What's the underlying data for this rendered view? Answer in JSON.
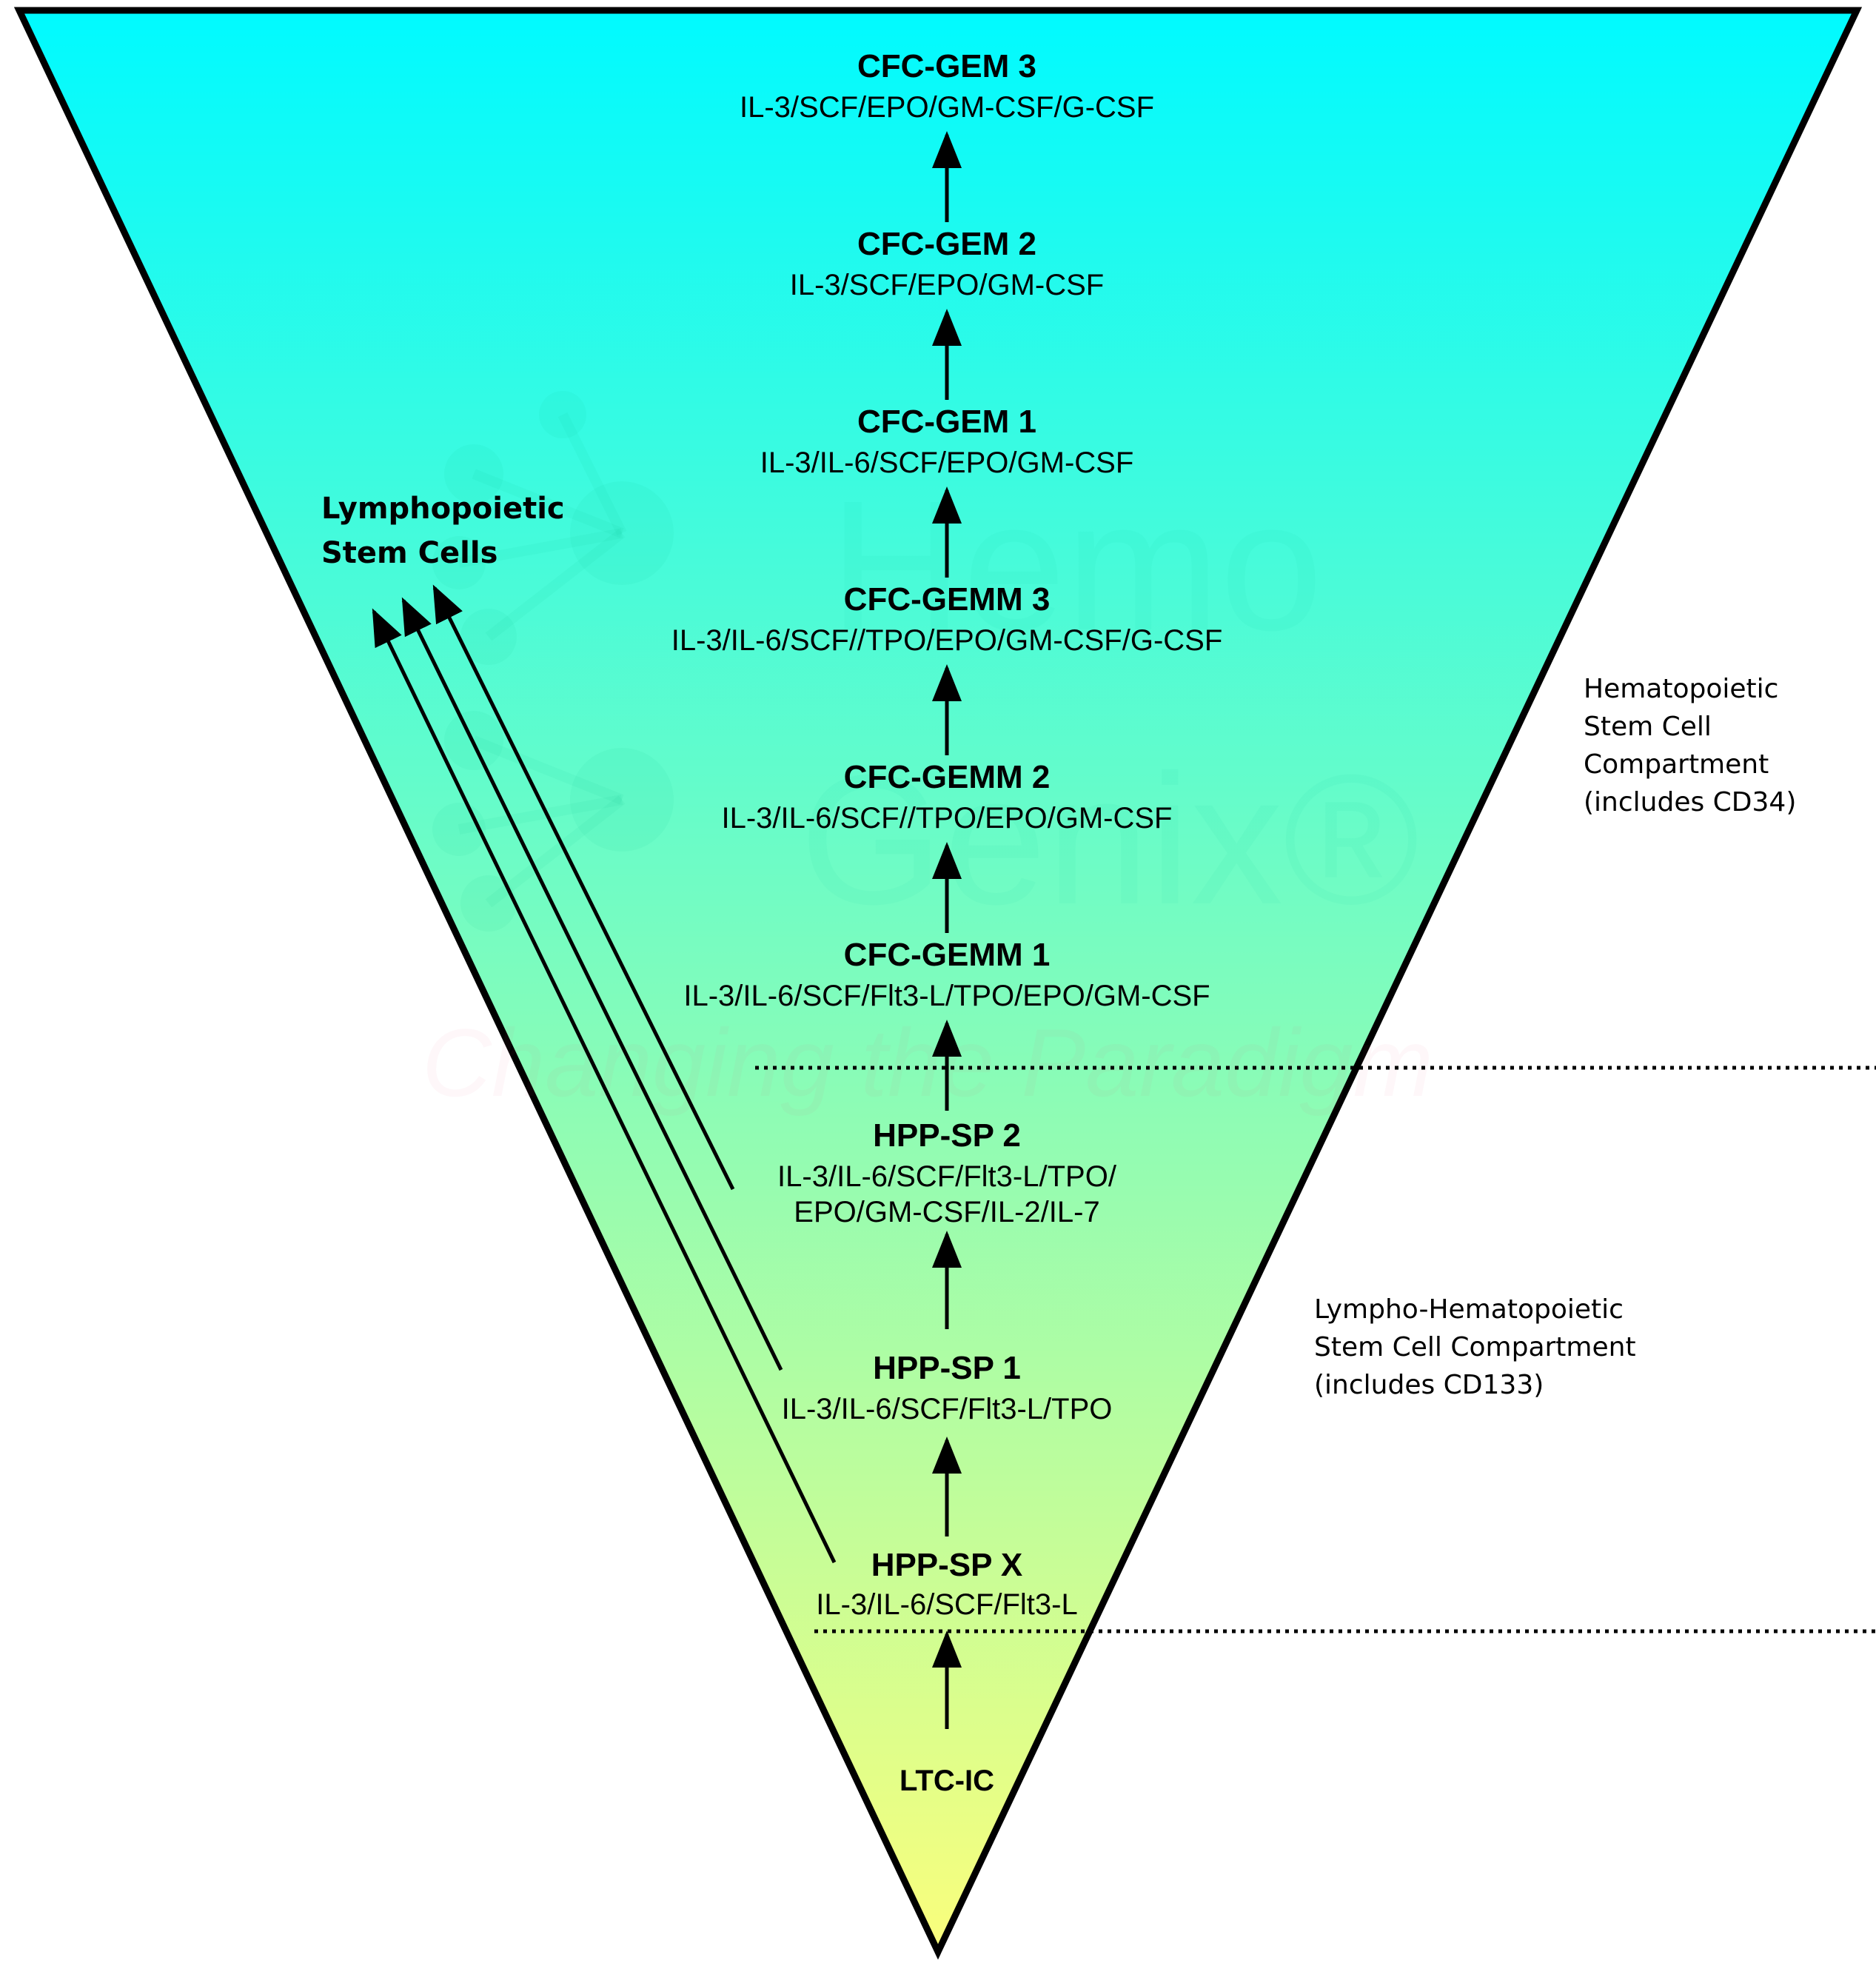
{
  "colors": {
    "gradient_top": "#00faff",
    "gradient_bottom": "#fafe7c",
    "outline": "#000000"
  },
  "watermark": {
    "line1": "Hemo",
    "line2": "Genix®",
    "tagline": "Changing the Paradigm"
  },
  "stages": [
    {
      "title": "CFC-GEM 3",
      "factors": [
        "IL-3/SCF/EPO/GM-CSF/G-CSF"
      ]
    },
    {
      "title": "CFC-GEM 2",
      "factors": [
        "IL-3/SCF/EPO/GM-CSF"
      ]
    },
    {
      "title": "CFC-GEM 1",
      "factors": [
        "IL-3/IL-6/SCF/EPO/GM-CSF"
      ]
    },
    {
      "title": "CFC-GEMM 3",
      "factors": [
        "IL-3/IL-6/SCF//TPO/EPO/GM-CSF/G-CSF"
      ]
    },
    {
      "title": "CFC-GEMM 2",
      "factors": [
        "IL-3/IL-6/SCF//TPO/EPO/GM-CSF"
      ]
    },
    {
      "title": "CFC-GEMM 1",
      "factors": [
        "IL-3/IL-6/SCF/Flt3-L/TPO/EPO/GM-CSF"
      ]
    },
    {
      "title": "HPP-SP 2",
      "factors": [
        "IL-3/IL-6/SCF/Flt3-L/TPO/",
        "EPO/GM-CSF/IL-2/IL-7"
      ]
    },
    {
      "title": "HPP-SP 1",
      "factors": [
        "IL-3/IL-6/SCF/Flt3-L/TPO"
      ]
    },
    {
      "title": "HPP-SP X",
      "factors": [
        "IL-3/IL-6/SCF/Flt3-L"
      ]
    },
    {
      "title": "LTC-IC",
      "factors": []
    }
  ],
  "lymphopoietic_label": [
    "Lymphopoietic",
    "Stem Cells"
  ],
  "compartments": [
    {
      "lines": [
        "Hematopoietic",
        "Stem Cell",
        "Compartment",
        "(includes CD34)"
      ]
    },
    {
      "lines": [
        "Lympho-Hematopoietic",
        "Stem Cell Compartment",
        "(includes CD133)"
      ]
    }
  ]
}
